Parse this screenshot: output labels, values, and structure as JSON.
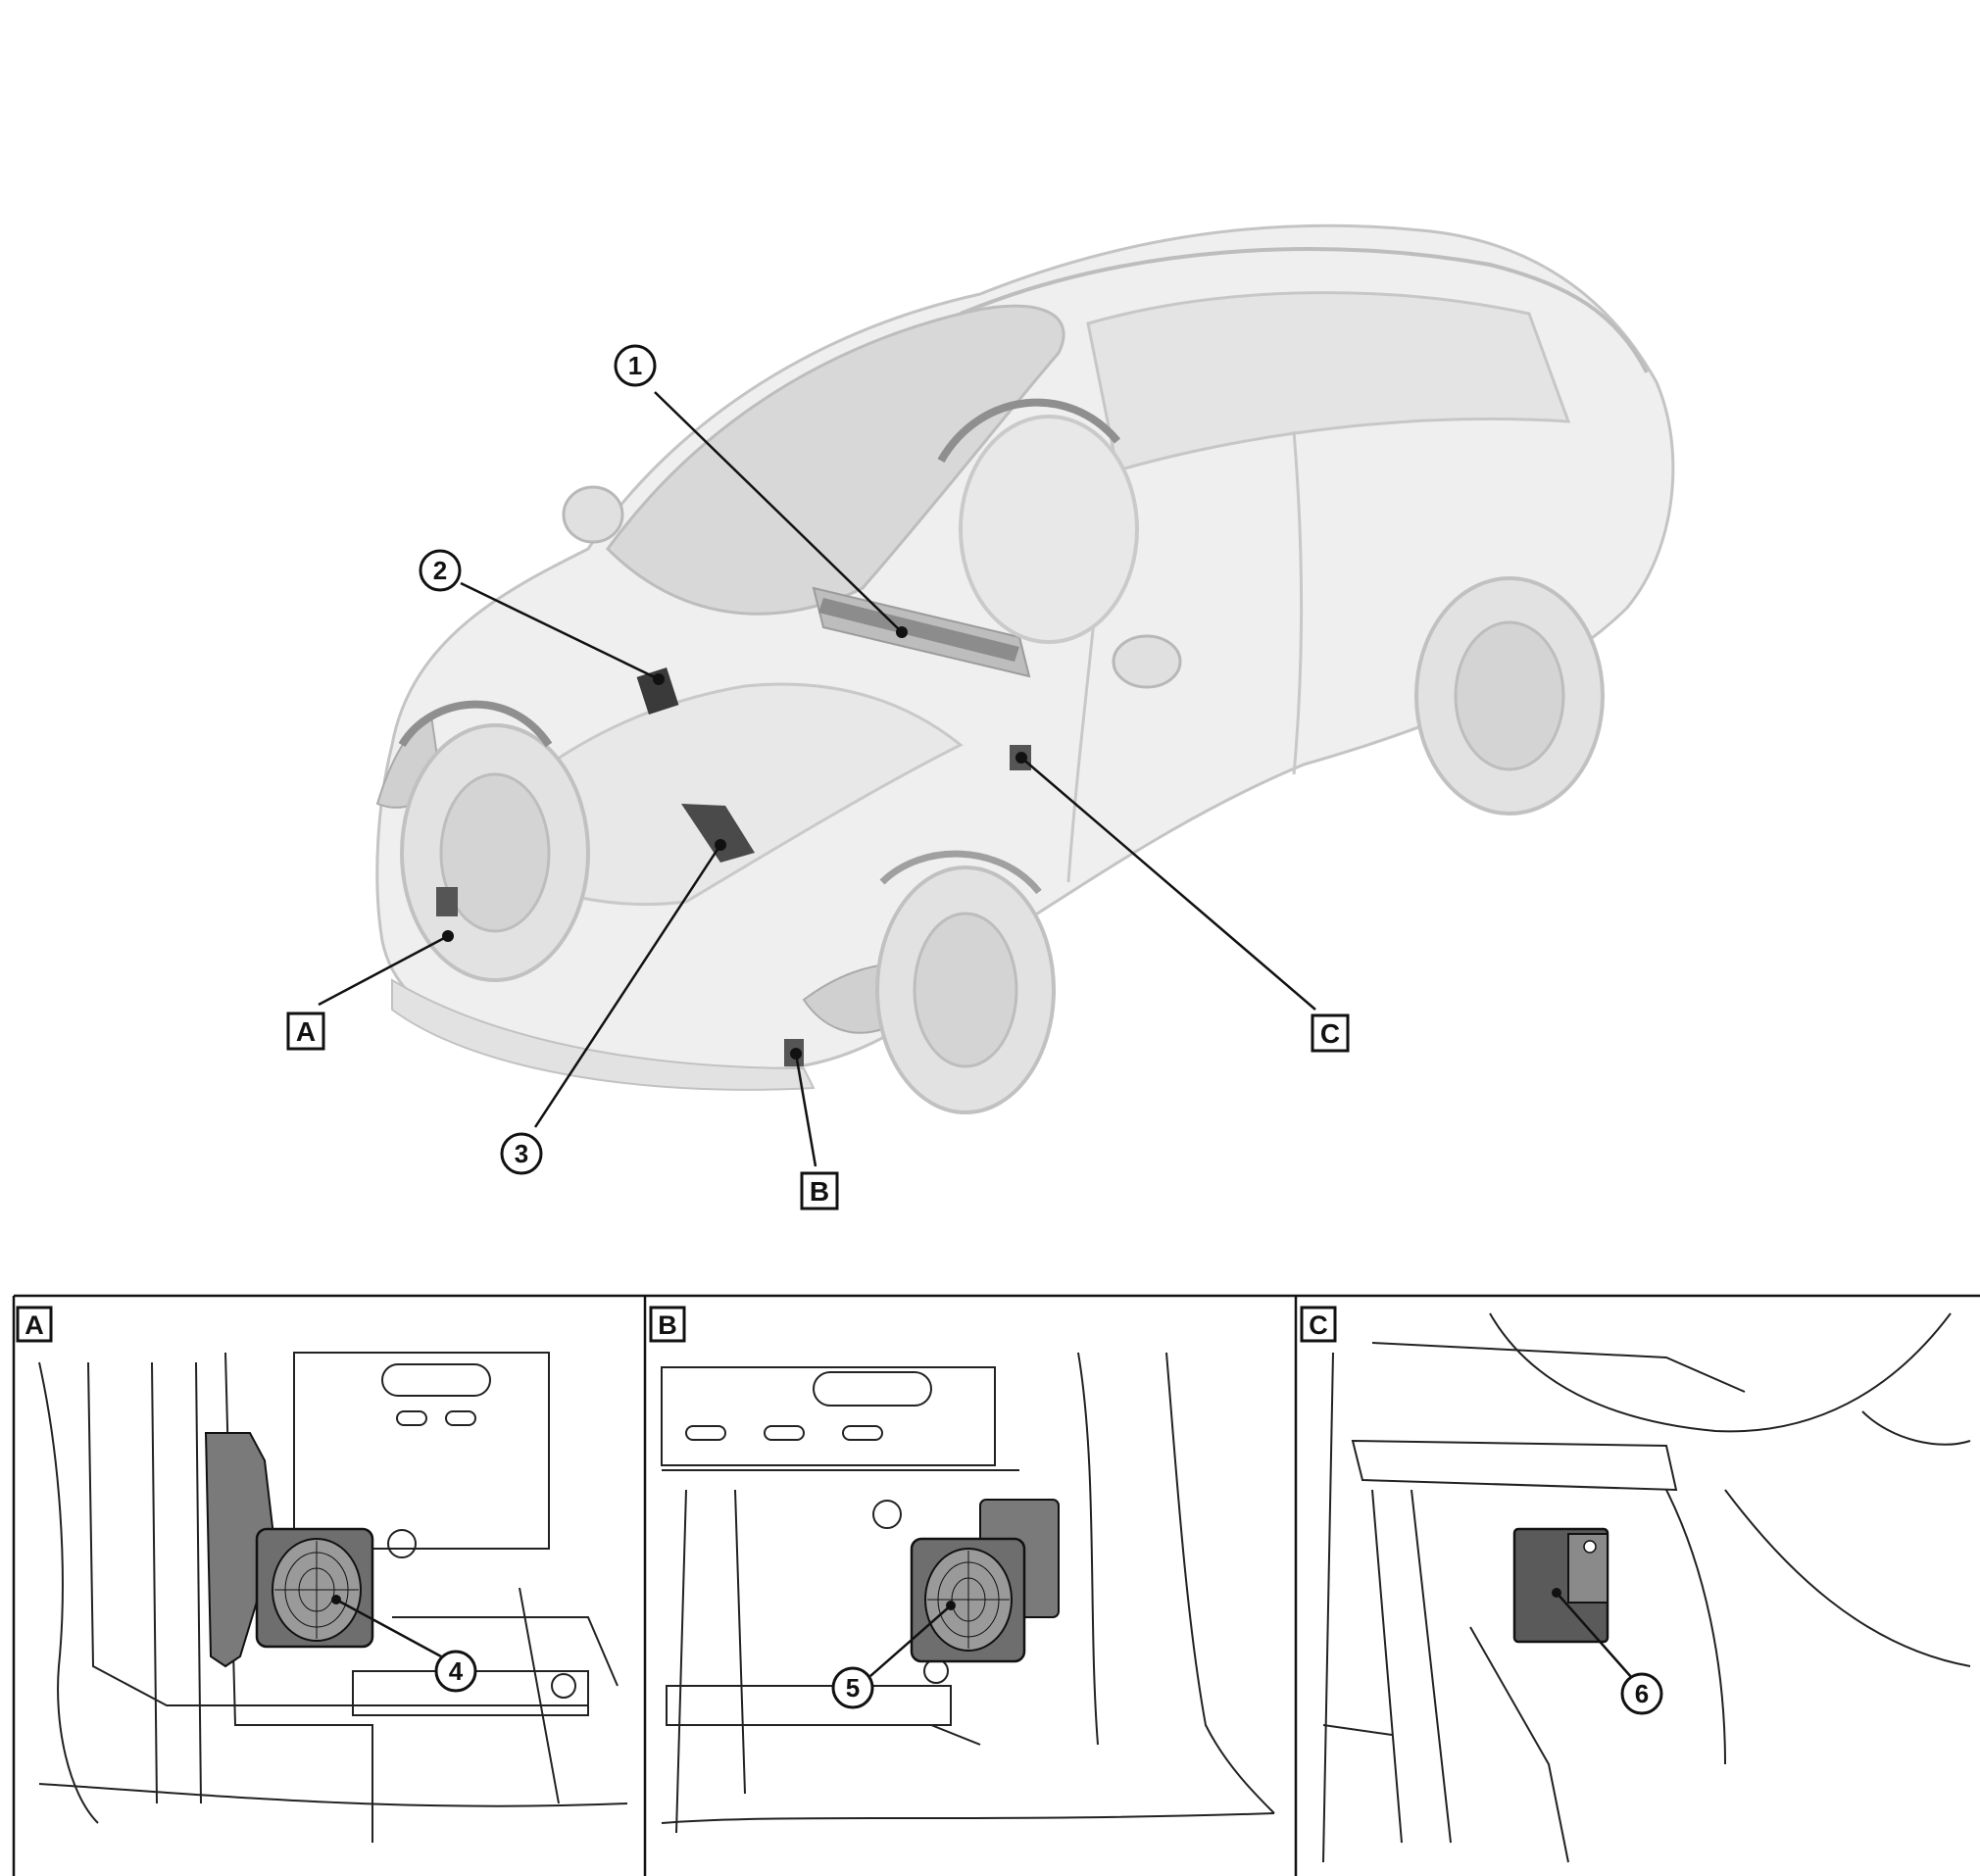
{
  "overview": {
    "callouts": [
      {
        "id": "callout-1",
        "label": "1"
      },
      {
        "id": "callout-2",
        "label": "2"
      },
      {
        "id": "callout-3",
        "label": "3"
      }
    ],
    "views": [
      {
        "id": "view-a",
        "label": "A"
      },
      {
        "id": "view-b",
        "label": "B"
      },
      {
        "id": "view-c",
        "label": "C"
      }
    ]
  },
  "details": [
    {
      "panel_label": "A",
      "callout": "4"
    },
    {
      "panel_label": "B",
      "callout": "5"
    },
    {
      "panel_label": "C",
      "callout": "6"
    }
  ],
  "colors": {
    "line": "#111111",
    "ghost_body": "#c9c9c9",
    "ghost_fill": "#eeeeee",
    "component_dark": "#3a3a3a",
    "component_mid": "#7a7a7a",
    "highlight_part": "#8c8c8c"
  }
}
